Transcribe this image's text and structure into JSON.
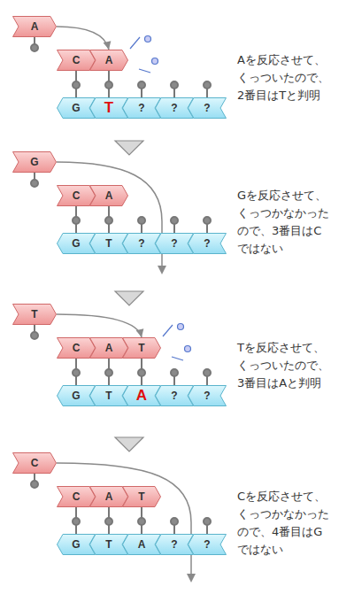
{
  "diagram": {
    "nodes": [
      {
        "text": [
          "A"
        ]
      },
      {
        "text": [
          "C"
        ]
      },
      {
        "text": [
          "A"
        ]
      },
      {
        "text": [
          "G"
        ]
      },
      {
        "text": [
          "T"
        ]
      },
      {
        "text": [
          "?"
        ]
      },
      {
        "text": [
          "?"
        ]
      },
      {
        "text": [
          "?"
        ]
      },
      {
        "text": [
          "G"
        ]
      },
      {
        "text": [
          "C"
        ]
      },
      {
        "text": [
          "A"
        ]
      },
      {
        "text": [
          "G"
        ]
      },
      {
        "text": [
          "T"
        ]
      },
      {
        "text": [
          "?"
        ]
      },
      {
        "text": [
          "?"
        ]
      },
      {
        "text": [
          "?"
        ]
      },
      {
        "text": [
          "T"
        ]
      },
      {
        "text": [
          "C"
        ]
      },
      {
        "text": [
          "A"
        ]
      },
      {
        "text": [
          "T"
        ]
      },
      {
        "text": [
          "G"
        ]
      },
      {
        "text": [
          "T"
        ]
      },
      {
        "text": [
          "A"
        ]
      },
      {
        "text": [
          "?"
        ]
      },
      {
        "text": [
          "?"
        ]
      },
      {
        "text": [
          "C"
        ]
      },
      {
        "text": [
          "C"
        ]
      },
      {
        "text": [
          "A"
        ]
      },
      {
        "text": [
          "T"
        ]
      },
      {
        "text": [
          "G"
        ]
      },
      {
        "text": [
          "T"
        ]
      },
      {
        "text": [
          "A"
        ]
      },
      {
        "text": [
          "?"
        ]
      },
      {
        "text": [
          "?"
        ]
      }
    ],
    "edges": [
      {
        "from": 0,
        "to": 2,
        "arrow": "to"
      },
      {
        "from": 16,
        "to": 19,
        "arrow": "to"
      }
    ],
    "labels": [
      "Aを反応させて、 くっついたので、 2番目はTと判明",
      "Gを反応させて、 くっつかなかった ので、3番目はC ではない",
      "Tを反応させて、 くっついたので、 3番目はAと判明",
      "Cを反応させて、 くっつかなかった ので、4番目はG ではない"
    ]
  }
}
